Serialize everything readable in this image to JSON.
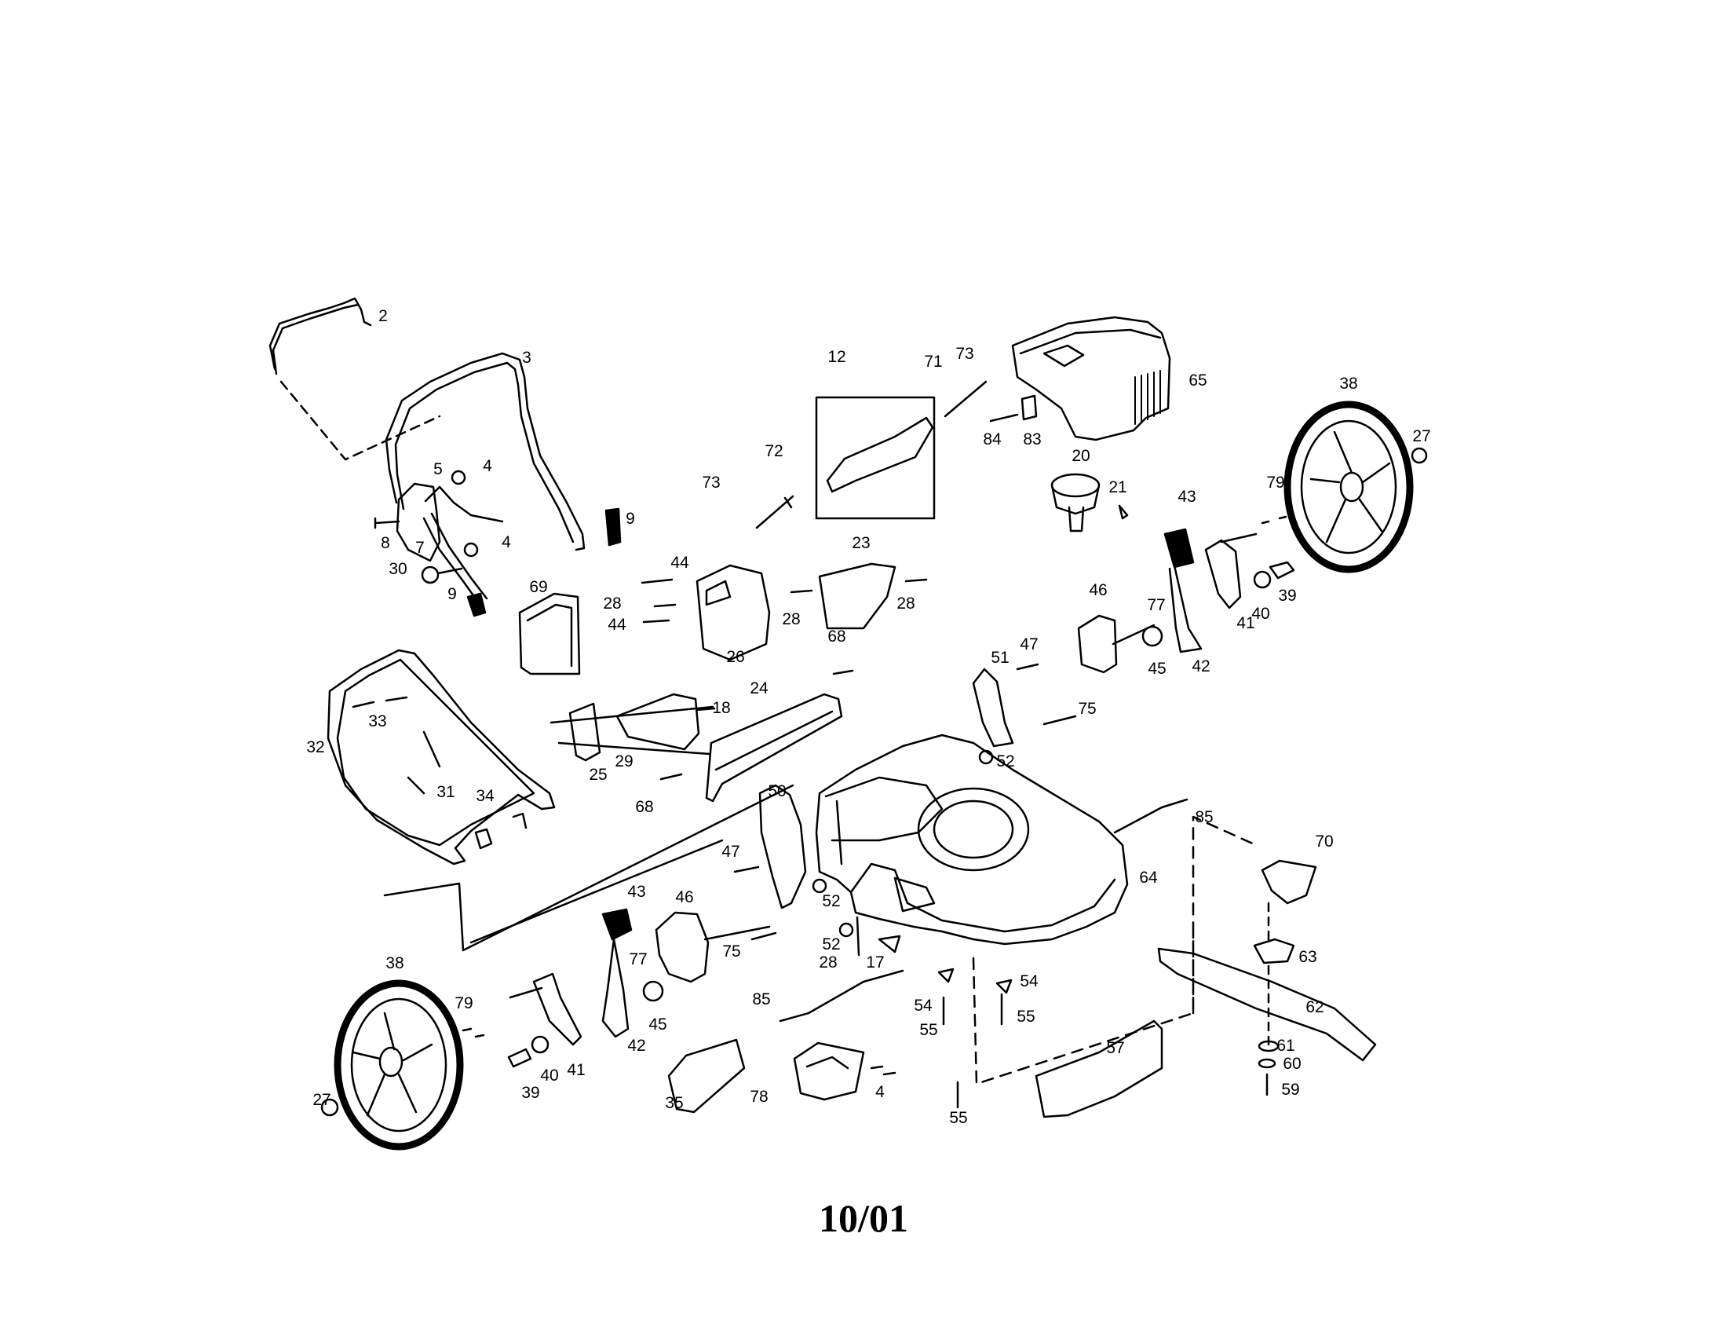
{
  "diagram": {
    "footer_code": "10/01",
    "part_labels": [
      "2",
      "3",
      "4",
      "4",
      "4",
      "5",
      "7",
      "8",
      "9",
      "9",
      "12",
      "17",
      "18",
      "20",
      "21",
      "23",
      "24",
      "25",
      "26",
      "27",
      "27",
      "28",
      "28",
      "28",
      "28",
      "29",
      "30",
      "31",
      "32",
      "33",
      "34",
      "35",
      "38",
      "38",
      "39",
      "39",
      "40",
      "40",
      "41",
      "41",
      "42",
      "42",
      "43",
      "43",
      "44",
      "44",
      "45",
      "45",
      "46",
      "46",
      "47",
      "47",
      "50",
      "51",
      "52",
      "52",
      "52",
      "54",
      "54",
      "55",
      "55",
      "55",
      "57",
      "59",
      "60",
      "61",
      "62",
      "63",
      "64",
      "65",
      "68",
      "68",
      "69",
      "70",
      "71",
      "72",
      "73",
      "73",
      "75",
      "75",
      "77",
      "77",
      "78",
      "79",
      "79",
      "83",
      "84",
      "85",
      "85"
    ]
  }
}
